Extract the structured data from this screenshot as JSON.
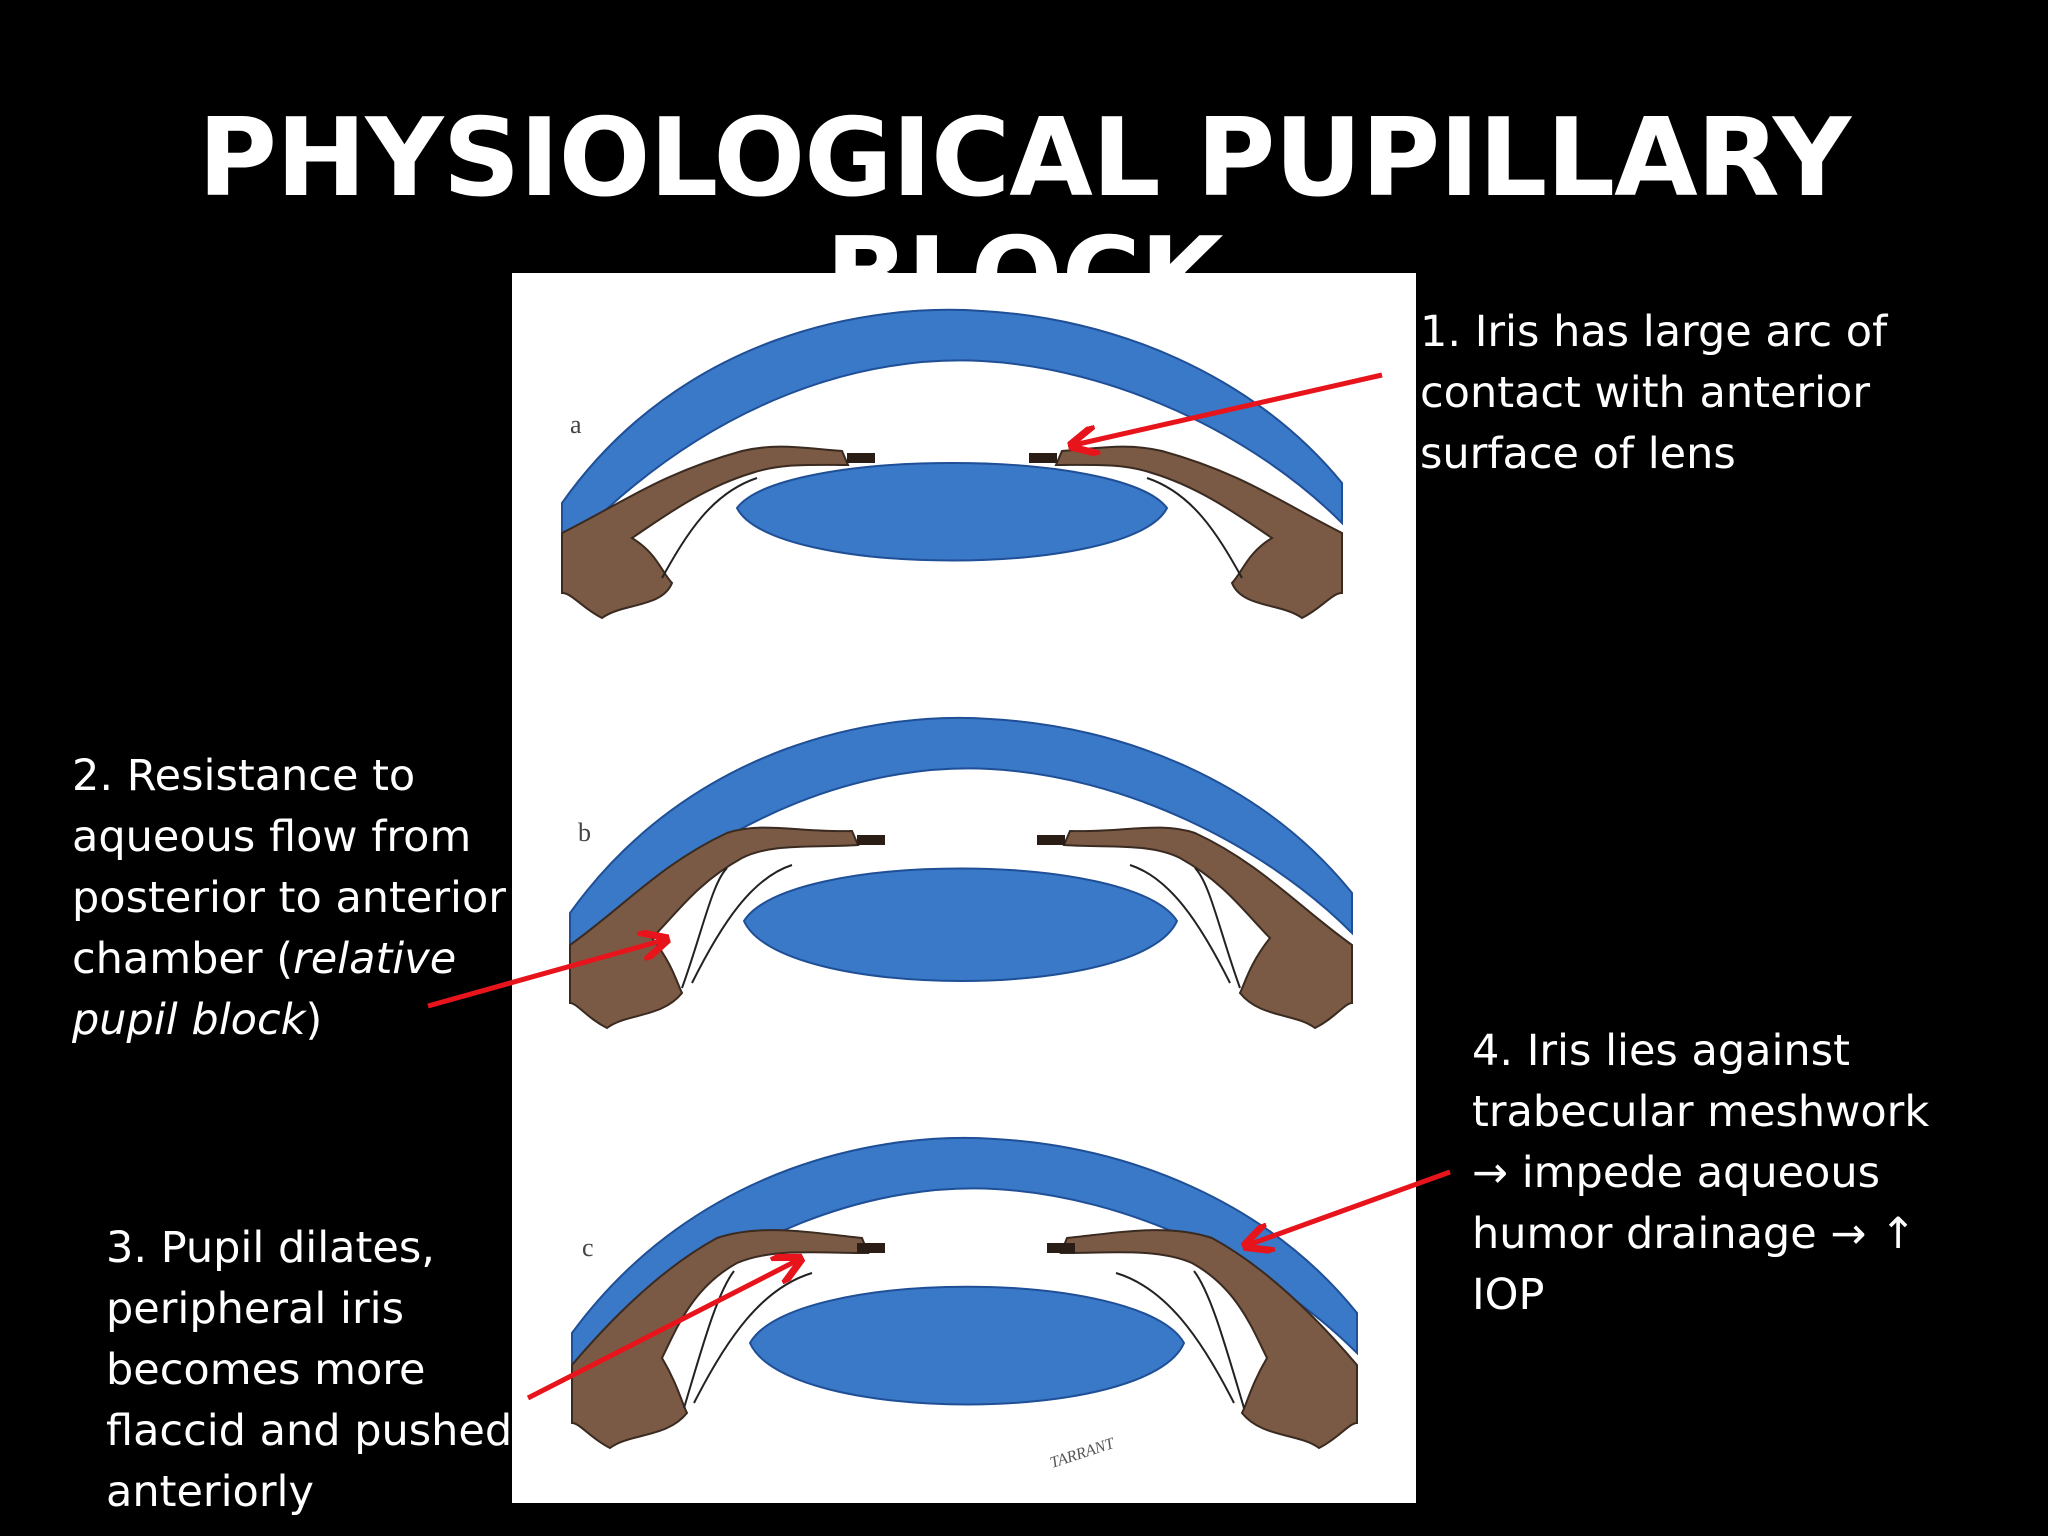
{
  "slide": {
    "title": "PHYSIOLOGICAL PUPILLARY BLOCK"
  },
  "figure": {
    "labels": [
      "a",
      "b",
      "c"
    ],
    "signature": "TARRANT",
    "colors": {
      "tissue_blue": "#3a78c8",
      "tissue_blue_dark": "#1f4f96",
      "iris_brown": "#7a5a45",
      "iris_dark": "#2a1d16",
      "arrow_red": "#e8141b",
      "panel_bg": "#ffffff"
    }
  },
  "callouts": {
    "c1": {
      "lines": [
        "1. Iris has large arc of",
        "contact with anterior",
        "surface of lens"
      ]
    },
    "c2": {
      "line1": "2. Resistance to",
      "line2": "aqueous flow from",
      "line3": "posterior to anterior",
      "line4_pre": "chamber (",
      "line4_italic": "relative",
      "line5_italic": "pupil block",
      "line5_post": ")"
    },
    "c3": {
      "lines": [
        "3. Pupil dilates,",
        "peripheral iris",
        "becomes more",
        "flaccid and pushed",
        "anteriorly"
      ]
    },
    "c4": {
      "lines": [
        "4. Iris lies against",
        "trabecular meshwork",
        "→ impede aqueous",
        "humor drainage → ↑",
        "IOP"
      ]
    }
  }
}
